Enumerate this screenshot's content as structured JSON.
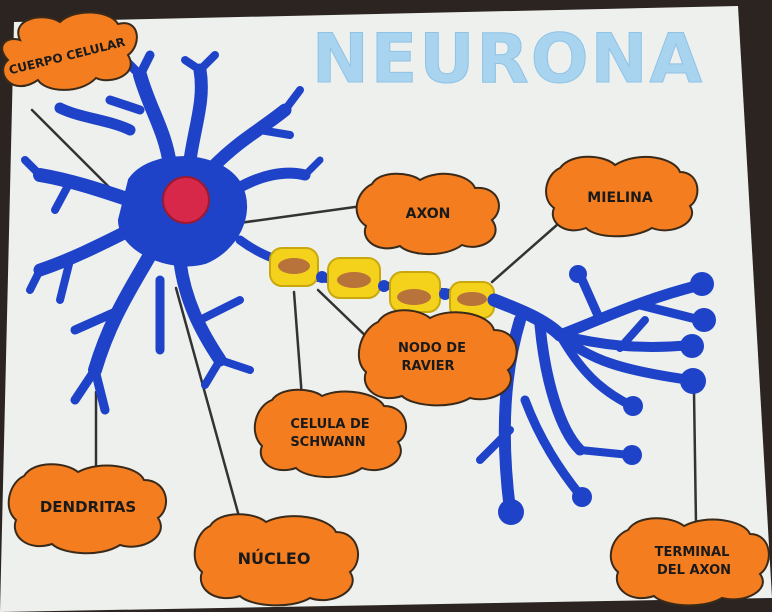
{
  "title": "NEURONA",
  "labels": {
    "cuerpo_celular": "CUERPO CELULAR",
    "axon": "AXON",
    "mielina": "MIELINA",
    "nodo_de_ravier_line1": "NODO DE",
    "nodo_de_ravier_line2": "RAVIER",
    "celula_de_schwann_line1": "CELULA DE",
    "celula_de_schwann_line2": "SCHWANN",
    "dendritas": "DENDRITAS",
    "nucleo": "NÚCLEO",
    "terminal_line1": "TERMINAL",
    "terminal_line2": "DEL AXON"
  },
  "colors": {
    "board": "#eef0ee",
    "title_fill": "#a8d4ef",
    "neuron_blue": "#1e43c8",
    "nucleus_red": "#d8284a",
    "label_orange": "#f47d20",
    "schwann_yellow": "#f4d21c",
    "schwann_inner": "#b8733a"
  }
}
